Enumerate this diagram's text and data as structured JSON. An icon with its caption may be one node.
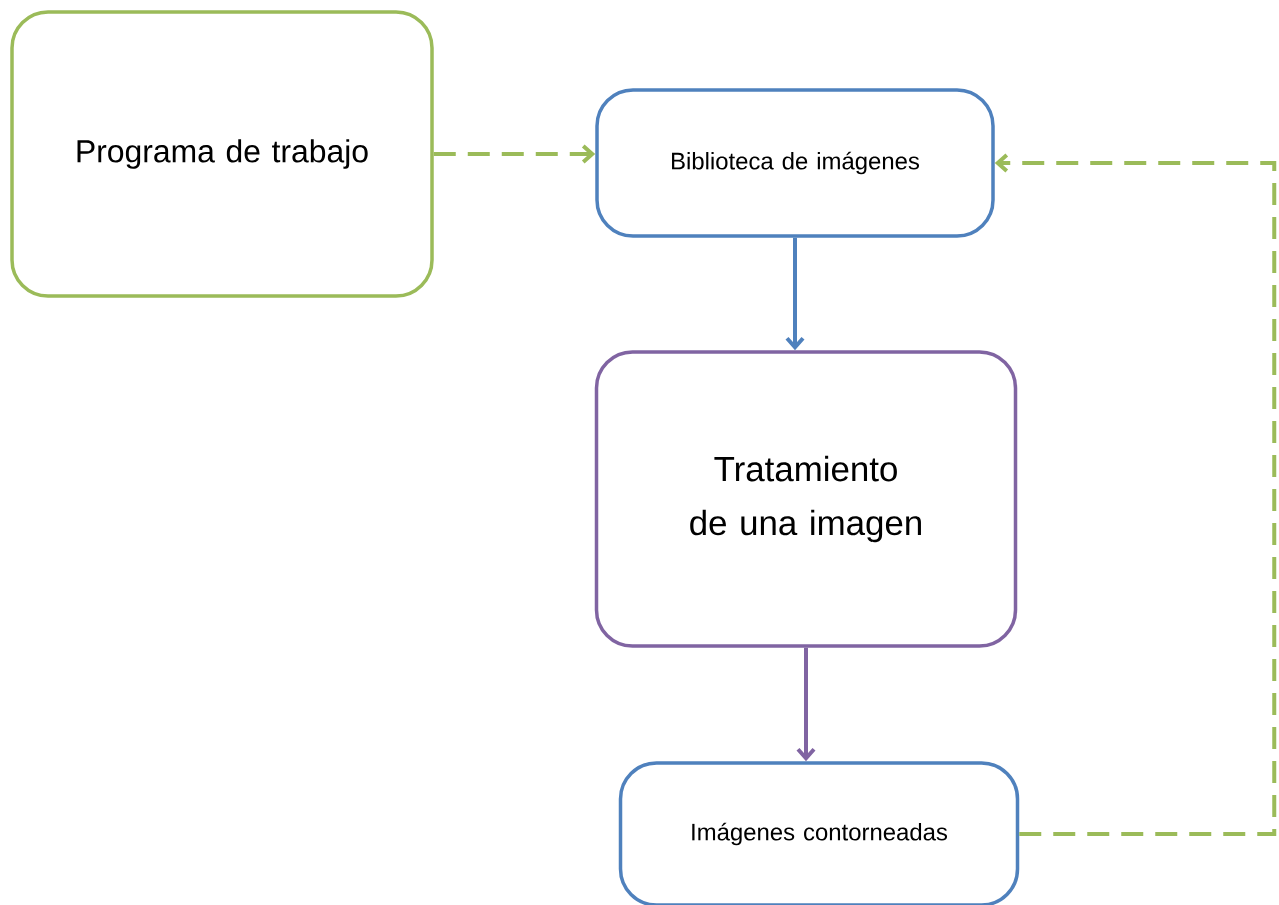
{
  "diagram": {
    "nodes": [
      {
        "text": [
          "Programa de trabajo"
        ]
      },
      {
        "text": [
          "Biblioteca de imágenes"
        ]
      },
      {
        "text": [
          "Tratamiento de una imagen"
        ]
      },
      {
        "text": [
          "Imágenes contorneadas"
        ]
      }
    ],
    "edges": [
      {
        "from": 0,
        "to": 1,
        "arrow": "to",
        "style": "dashed",
        "color": "#9bbb59"
      },
      {
        "from": 1,
        "to": 2,
        "arrow": "to",
        "color": "#4f81bd"
      },
      {
        "from": 2,
        "to": 3,
        "arrow": "to",
        "color": "#8064a2"
      },
      {
        "from": 3,
        "to": 1,
        "arrow": "to",
        "style": "dashed",
        "color": "#9bbb59"
      }
    ]
  }
}
